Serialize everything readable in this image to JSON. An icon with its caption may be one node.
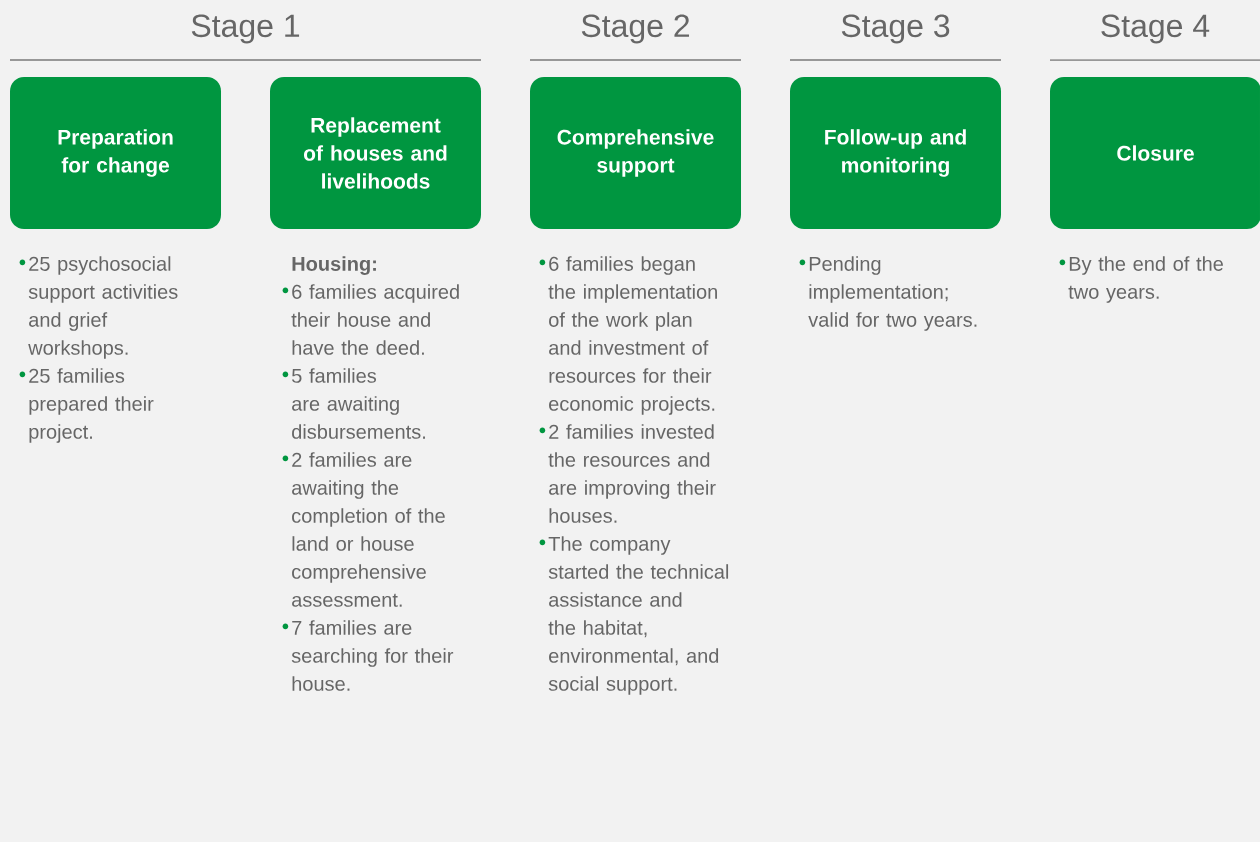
{
  "diagram": {
    "nodes": [
      {
        "text": [
          "Preparation for change"
        ],
        "beside": [
          "25 psychosocial support activities and grief workshops.",
          "25 families prepared their project."
        ]
      },
      {
        "text": [
          "Replacement of houses and livelihoods"
        ],
        "beside": [
          "Housing:",
          "6 families acquired their house and have the deed.",
          "5 families are awaiting disbursements.",
          "2 families are awaiting the completion of the land or house comprehensive assessment.",
          "7 families are searching for their house."
        ]
      },
      {
        "text": [
          "Comprehensive support"
        ],
        "beside": [
          "6 families began the implementation of the work plan and investment of resources for their economic projects.",
          "2 families invested the resources and are improving their houses.",
          "The company started the technical assistance and the habitat, environmental, and social support."
        ]
      },
      {
        "text": [
          "Follow-up and monitoring"
        ],
        "beside": [
          "Pending implementation; valid for two years."
        ]
      },
      {
        "text": [
          "Closure"
        ],
        "beside": [
          "By the end of the two years."
        ]
      }
    ],
    "labels": [
      "Stage 1",
      "Stage 2",
      "Stage 3",
      "Stage 4"
    ]
  }
}
